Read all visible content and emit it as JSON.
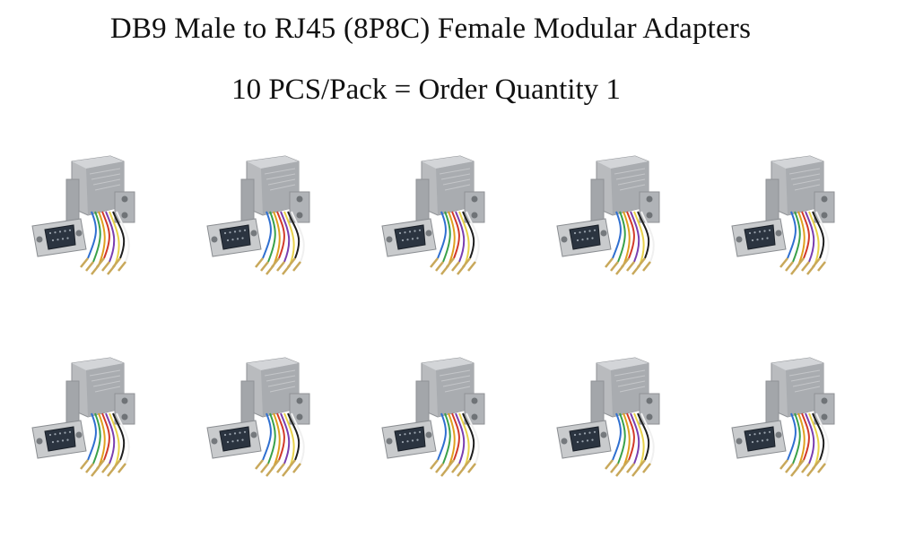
{
  "heading": {
    "title": "DB9 Male to RJ45 (8P8C) Female Modular Adapters",
    "subtitle": "10 PCS/Pack = Order Quantity 1"
  },
  "product": {
    "count": 10,
    "rows": 2,
    "columns": 5,
    "image": "db9-to-rj45-adapter-photo"
  },
  "colors": {
    "housing": "#b9bbbe",
    "housing_dark": "#8f9296",
    "shell": "#c9cbcd",
    "connector_face": "#2b3440",
    "wire_colors": [
      "#2f6fd0",
      "#3aa14a",
      "#e0a020",
      "#d23a2a",
      "#7a3fb0",
      "#e8d24a",
      "#1f1f1f",
      "#f0f0f0"
    ],
    "pin": "#c8a85a"
  }
}
